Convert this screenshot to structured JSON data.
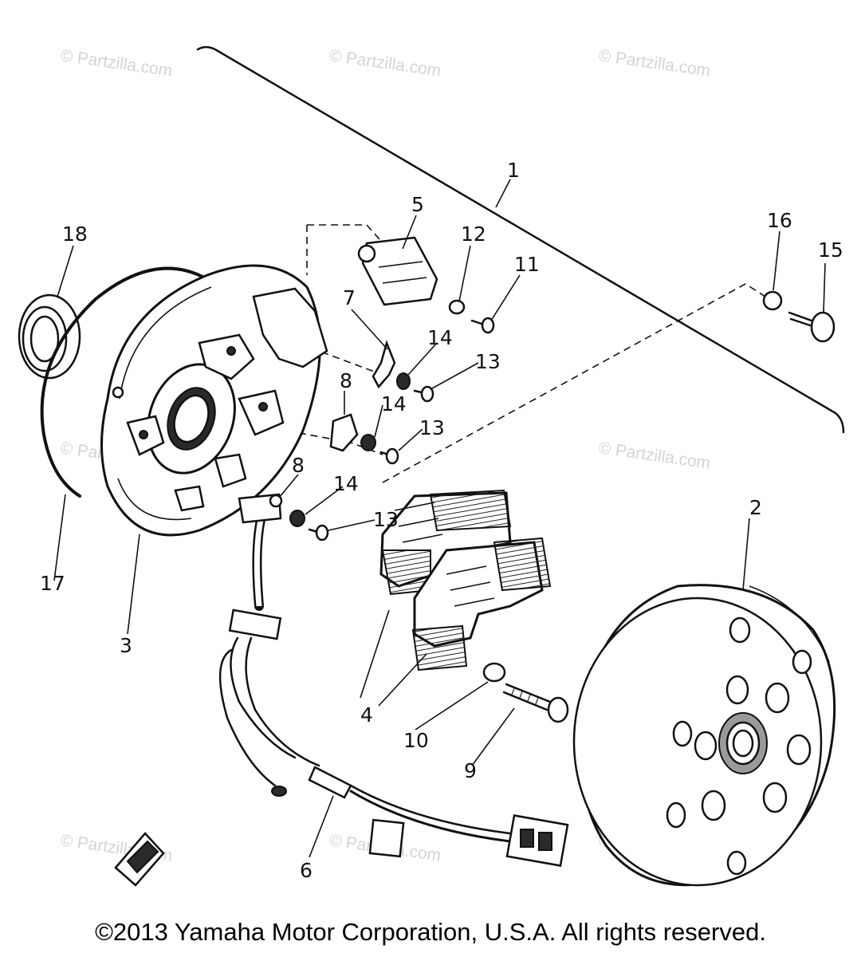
{
  "watermarks": [
    "© Partzilla.com",
    "© Partzilla.com",
    "© Partzilla.com",
    "© Partzilla.com",
    "© Partzilla.com",
    "© Partzilla.com",
    "© Partzilla.com",
    "© Partzilla.com"
  ],
  "callouts": [
    "1",
    "2",
    "3",
    "4",
    "5",
    "6",
    "7",
    "8",
    "8",
    "9",
    "10",
    "11",
    "12",
    "13",
    "13",
    "13",
    "14",
    "14",
    "14",
    "15",
    "16",
    "17",
    "18"
  ],
  "copyright": "©2013 Yamaha Motor Corporation, U.S.A. All rights reserved."
}
